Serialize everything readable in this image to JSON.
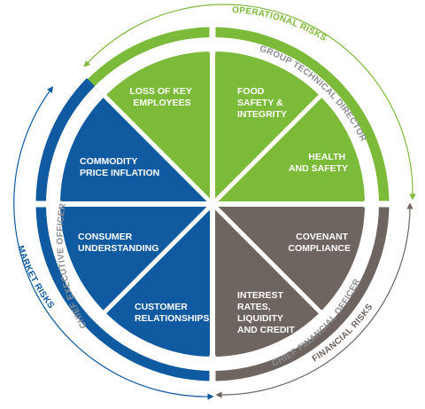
{
  "colors": {
    "operational": "#7cba3a",
    "market": "#0f5aa0",
    "financial": "#6f6560",
    "ring_text": "#8a8e92",
    "divider": "#ffffff"
  },
  "outer_labels": {
    "operational": "OPERATIONAL RISKS",
    "market": "MARKET RISKS",
    "financial": "FINANCIAL RISKS"
  },
  "ring_labels": {
    "group_technical_director": "GROUP TECHNICAL DIRECTOR",
    "chief_executive_officer": "CHIEF EXECUTIVE OFFICER",
    "chief_financial_officer": "CHIEF FINANCIAL OFFICER"
  },
  "segments": [
    {
      "lines": [
        "LOSS OF KEY",
        "EMPLOYEES"
      ]
    },
    {
      "lines": [
        "FOOD",
        "SAFETY &",
        "INTEGRITY"
      ]
    },
    {
      "lines": [
        "HEALTH",
        "AND SAFETY"
      ]
    },
    {
      "lines": [
        "COVENANT",
        "COMPLIANCE"
      ]
    },
    {
      "lines": [
        "INTEREST",
        "RATES,",
        "LIQUIDITY",
        "AND CREDIT"
      ]
    },
    {
      "lines": [
        "CUSTOMER",
        "RELATIONSHIPS"
      ]
    },
    {
      "lines": [
        "CONSUMER",
        "UNDERSTANDING"
      ]
    },
    {
      "lines": [
        "COMMODITY",
        "PRICE INFLATION"
      ]
    }
  ]
}
